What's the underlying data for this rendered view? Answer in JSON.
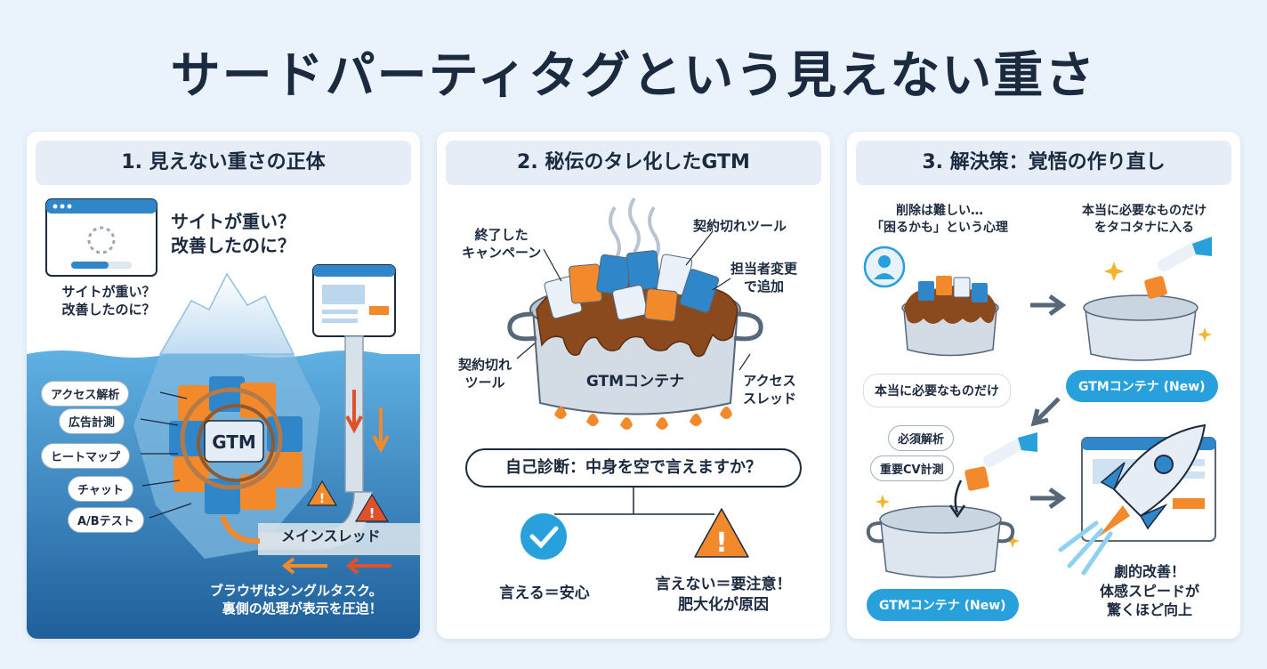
{
  "title": "サードパーティタグという見えない重さ",
  "panel1": {
    "header": "1. 見えない重さの正体",
    "bubble_text": "サイトが重い？\n改善したのに？",
    "small_text": "サイトが重い？\n改善したのに？",
    "tags": [
      "アクセス解析",
      "広告計測",
      "ヒートマップ",
      "チャット",
      "A/Bテスト"
    ],
    "gtm_label": "GTM",
    "main_thread_label": "メインスレッド",
    "caption": "ブラウザはシングルタスク。\n裏側の処理が表示を圧迫！"
  },
  "panel2": {
    "header": "2. 秘伝のタレ化したGTM",
    "label_campaign": "終了した\nキャンペーン",
    "label_contract_top": "契約切れツール",
    "label_owner": "担当者変更\nで追加",
    "label_contract_left": "契約切れ\nツール",
    "label_access": "アクセス\nスレッド",
    "pot_label": "GTMコンテナ",
    "diagnosis": "自己診断：中身を空で言えますか？",
    "ok_text": "言える＝安心",
    "warn_text": "言えない＝要注意！\n肥大化が原因"
  },
  "panel3": {
    "header": "3. 解決策：覚悟の作り直し",
    "psych_text": "削除は難しい…\n「困るかも」という心理",
    "select_text": "本当に必要なものだけ\nをタコタナに入る",
    "bubble_needed": "本当に必要なものだけ",
    "container_new_1": "GTMコンテナ (New)",
    "tag_required": "必須解析",
    "tag_cv": "重要CV計測",
    "container_new_2": "GTMコンテナ (New)",
    "result_text": "劇的改善！\n体感スピードが\n驚くほど向上"
  },
  "colors": {
    "background": "#eaf3fb",
    "accent_blue": "#28a0dc",
    "warn_orange": "#f07a1e",
    "navy": "#1b2a3f"
  }
}
